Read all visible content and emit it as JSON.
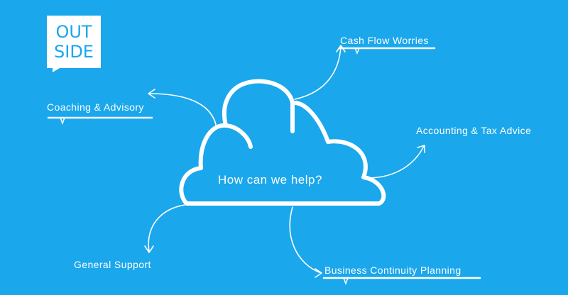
{
  "logo": {
    "line1": "OUT",
    "line2": "SIDE"
  },
  "center": {
    "text": "How can we help?"
  },
  "branches": [
    {
      "id": "cash-flow",
      "label": "Cash Flow Worries"
    },
    {
      "id": "coaching",
      "label": "Coaching & Advisory"
    },
    {
      "id": "accounting",
      "label": "Accounting & Tax Advice"
    },
    {
      "id": "general-support",
      "label": "General Support"
    },
    {
      "id": "business-continuity",
      "label": "Business Continuity Planning"
    }
  ],
  "colors": {
    "background": "#1aa7ec",
    "foreground": "#ffffff"
  }
}
